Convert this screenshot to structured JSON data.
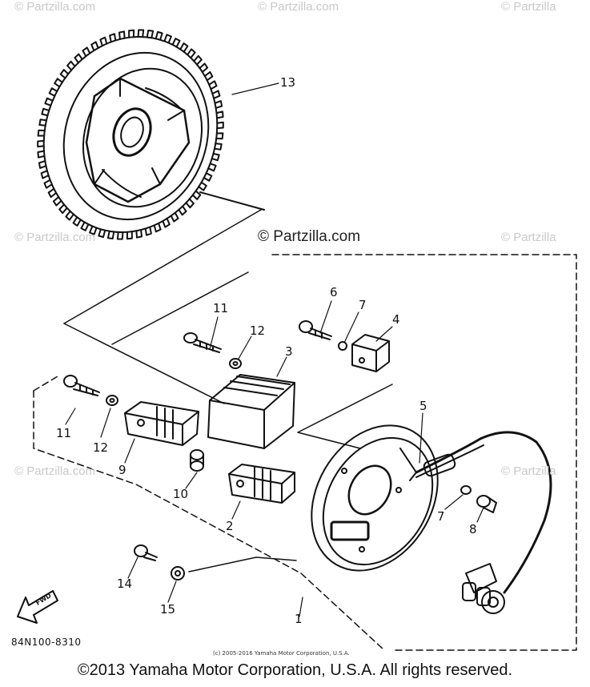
{
  "watermarks": {
    "top_left": "© Partzilla.com",
    "top_center": "© Partzilla.com",
    "top_right": "© Partzilla",
    "mid_left": "© Partzilla.com",
    "mid_right": "© Partzilla",
    "lower_left": "© Partzilla.com",
    "lower_right": "© Partzilla",
    "center": "© Partzilla.com"
  },
  "callouts": {
    "c13": "13",
    "c11a": "11",
    "c12a": "12",
    "c3": "3",
    "c6": "6",
    "c7a": "7",
    "c4": "4",
    "c5": "5",
    "c11b": "11",
    "c12b": "12",
    "c9": "9",
    "c10": "10",
    "c2": "2",
    "c7b": "7",
    "c8": "8",
    "c14": "14",
    "c15": "15",
    "c1": "1"
  },
  "fwd_label": "FWD",
  "part_number": "84N100-8310",
  "small_copyright": "(c) 2005-2016 Yamaha Motor Corporation, U.S.A.",
  "copyright": "©2013 Yamaha Motor Corporation, U.S.A. All rights reserved."
}
